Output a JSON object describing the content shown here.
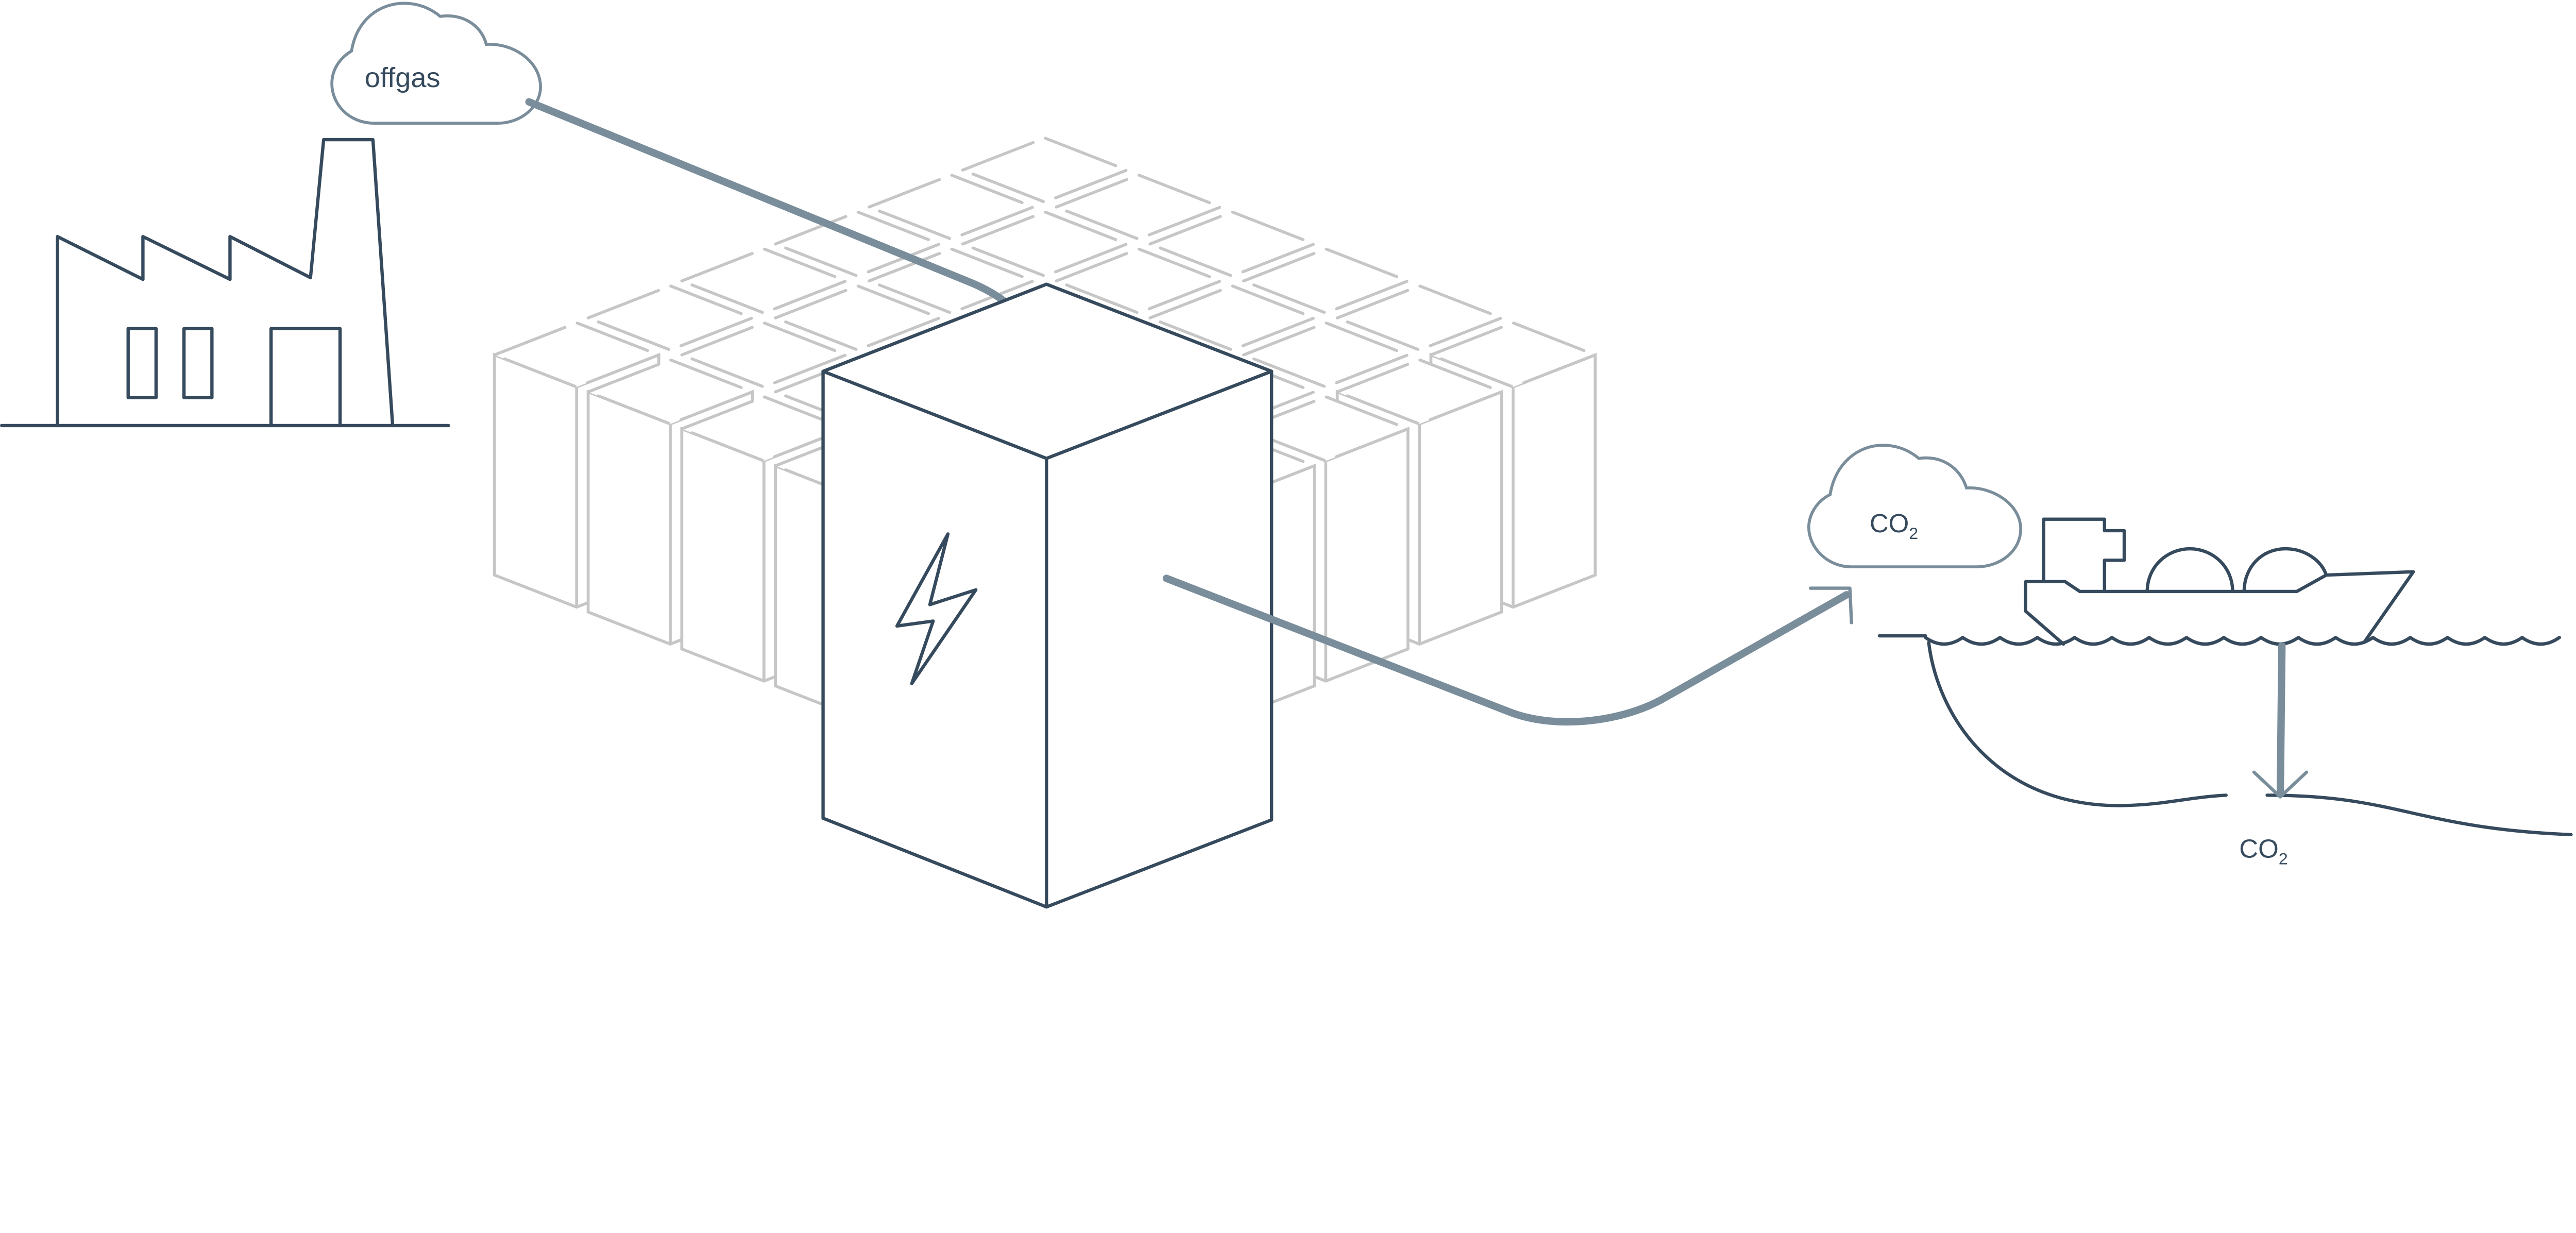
{
  "labels": {
    "offgas": "offgas",
    "cloud_co2_main": "CO",
    "cloud_co2_sub": "2",
    "seabed_co2_main": "CO",
    "seabed_co2_sub": "2"
  },
  "colors": {
    "outline": "#364a5d",
    "arrow": "#7a8d9b",
    "grid_boxes": "#c6c6c6"
  },
  "icons": [
    "factory-icon",
    "cloud-icon",
    "battery-box-icon",
    "lightning-icon",
    "ship-icon",
    "waves-icon",
    "arrow-icon"
  ]
}
